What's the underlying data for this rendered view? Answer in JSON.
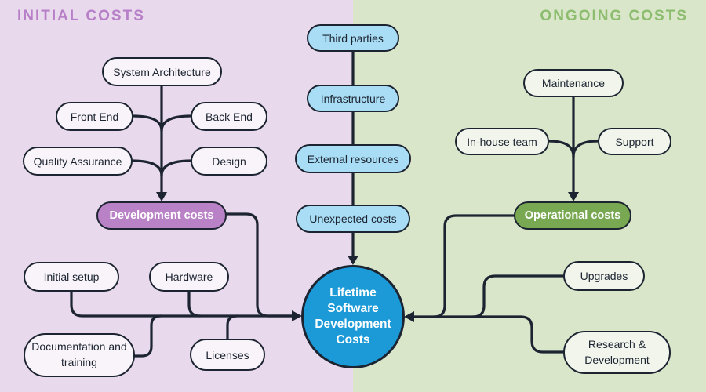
{
  "colors": {
    "left_background": "#e9d9ec",
    "right_background": "#d9e6ca",
    "left_title": "#b67fc7",
    "right_title": "#8cbc6d",
    "node_border": "#1c2431",
    "node_fill_left": "#f8f4f9",
    "node_fill_right": "#f1f5ec",
    "node_fill_blue": "#a9ddf5",
    "node_fill_purple": "#b981c6",
    "node_fill_green": "#78a851",
    "hub_fill": "#1b9ad7",
    "text_dark": "#1c2431",
    "text_light": "#ffffff"
  },
  "sections": {
    "initial": {
      "title": "INITIAL COSTS"
    },
    "ongoing": {
      "title": "ONGOING COSTS"
    }
  },
  "nodes": {
    "system_architecture": {
      "label": "System Architecture"
    },
    "front_end": {
      "label": "Front End"
    },
    "back_end": {
      "label": "Back End"
    },
    "quality_assurance": {
      "label": "Quality Assurance"
    },
    "design": {
      "label": "Design"
    },
    "development_costs": {
      "label": "Development costs"
    },
    "initial_setup": {
      "label": "Initial setup"
    },
    "hardware": {
      "label": "Hardware"
    },
    "documentation_training": {
      "label": "Documentation and training"
    },
    "licenses": {
      "label": "Licenses"
    },
    "third_parties": {
      "label": "Third parties"
    },
    "infrastructure": {
      "label": "Infrastructure"
    },
    "external_resources": {
      "label": "External resources"
    },
    "unexpected_costs": {
      "label": "Unexpected costs"
    },
    "maintenance": {
      "label": "Maintenance"
    },
    "in_house_team": {
      "label": "In-house team"
    },
    "support": {
      "label": "Support"
    },
    "operational_costs": {
      "label": "Operational costs"
    },
    "upgrades": {
      "label": "Upgrades"
    },
    "research_development": {
      "label": "Research & Development"
    }
  },
  "hub": {
    "label": "Lifetime Software Development Costs"
  }
}
